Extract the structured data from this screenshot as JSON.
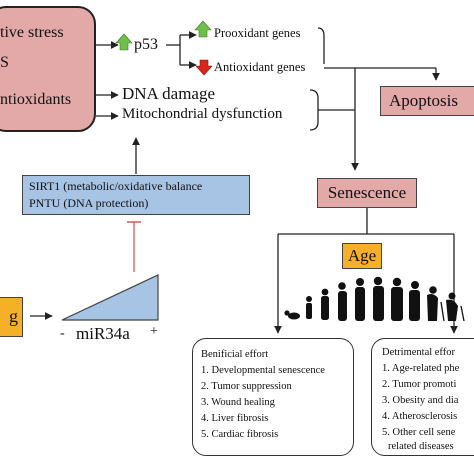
{
  "stress_box": {
    "line1": "tive stress",
    "line2": "S",
    "line3": "ntioxidants"
  },
  "p53": {
    "label": "p53"
  },
  "genes": {
    "prooxidant": "Prooxidant genes",
    "antioxidant": "Antioxidant genes"
  },
  "effects": {
    "dna_damage": "DNA damage",
    "mito": "Mitochondrial dysfunction"
  },
  "apoptosis": {
    "label": "Apoptosis"
  },
  "senescence": {
    "label": "Senescence"
  },
  "sirt_box": {
    "line1": "SIRT1 (metabolic/oxidative balance",
    "line2": "PNTU (DNA protection)"
  },
  "age_top": {
    "label": "Age"
  },
  "age_left": {
    "label": "g"
  },
  "mir": {
    "label": "miR34a",
    "minus": "-",
    "plus": "+"
  },
  "beneficial": {
    "title": "Benificial effort",
    "items": [
      "1. Developmental senescence",
      "2. Tumor suppression",
      "3. Wound healing",
      "4. Liver fibrosis",
      "5. Cardiac fibrosis"
    ]
  },
  "detrimental": {
    "title": "Detrimental effor",
    "items": [
      "1. Age-related phe",
      "2. Tumor promoti",
      "3. Obesity and dia",
      "4. Atherosclerosis",
      "5. Other cell sene",
      "related diseases"
    ]
  },
  "colors": {
    "pink": "#e3a8a8",
    "blue": "#a7c4e4",
    "orange": "#f5b027",
    "up_arrow": "#6fbf4a",
    "down_arrow": "#d9261c",
    "inhibit": "#c85a5a"
  }
}
